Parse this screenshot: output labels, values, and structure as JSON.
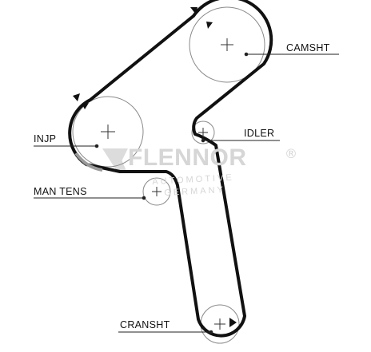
{
  "labels": {
    "camsht": "CAMSHT",
    "idler": "IDLER",
    "injp": "INJP",
    "man_tens": "MAN TENS",
    "cransht": "CRANSHT"
  },
  "watermark": {
    "brand": "FLENNOR",
    "registered": "®",
    "line1": "AUTOMOTIVE",
    "line2": "GERMANY"
  },
  "colors": {
    "belt": "#111111",
    "pulley_outline": "#8a8a8a",
    "watermark": "#d6d6d6"
  },
  "icons": {
    "rotation_marker": "triangle-arrow",
    "pulley_center": "crosshair"
  }
}
